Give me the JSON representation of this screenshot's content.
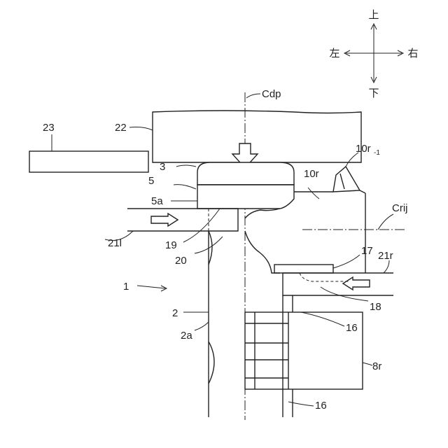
{
  "directions": {
    "up": "上",
    "down": "下",
    "left": "左",
    "right": "右"
  },
  "labels": {
    "cdp": "Cdp",
    "n23": "23",
    "n22": "22",
    "n10r1_main": "10r",
    "n10r1_sub": "-1",
    "n10r": "10r",
    "n3": "3",
    "n5": "5",
    "n5a": "5a",
    "crij": "Crij",
    "n19": "19",
    "n21l": "21l",
    "n20": "20",
    "n17": "17",
    "n21r": "21r",
    "n1": "1",
    "n18": "18",
    "n2": "2",
    "n16a": "16",
    "n2a": "2a",
    "n8r": "8r",
    "n16b": "16"
  }
}
